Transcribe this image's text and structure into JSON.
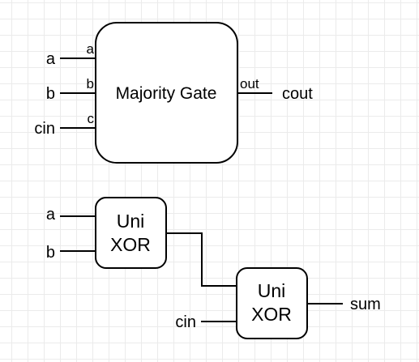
{
  "majority_gate": {
    "title": "Majority Gate",
    "ports": {
      "a": "a",
      "b": "b",
      "c": "c",
      "out": "out"
    },
    "inputs": {
      "a": "a",
      "b": "b",
      "cin": "cin"
    },
    "output": "cout"
  },
  "xor_1": {
    "line1": "Uni",
    "line2": "XOR",
    "inputs": {
      "a": "a",
      "b": "b"
    }
  },
  "xor_2": {
    "line1": "Uni",
    "line2": "XOR",
    "input": "cin",
    "output": "sum"
  }
}
